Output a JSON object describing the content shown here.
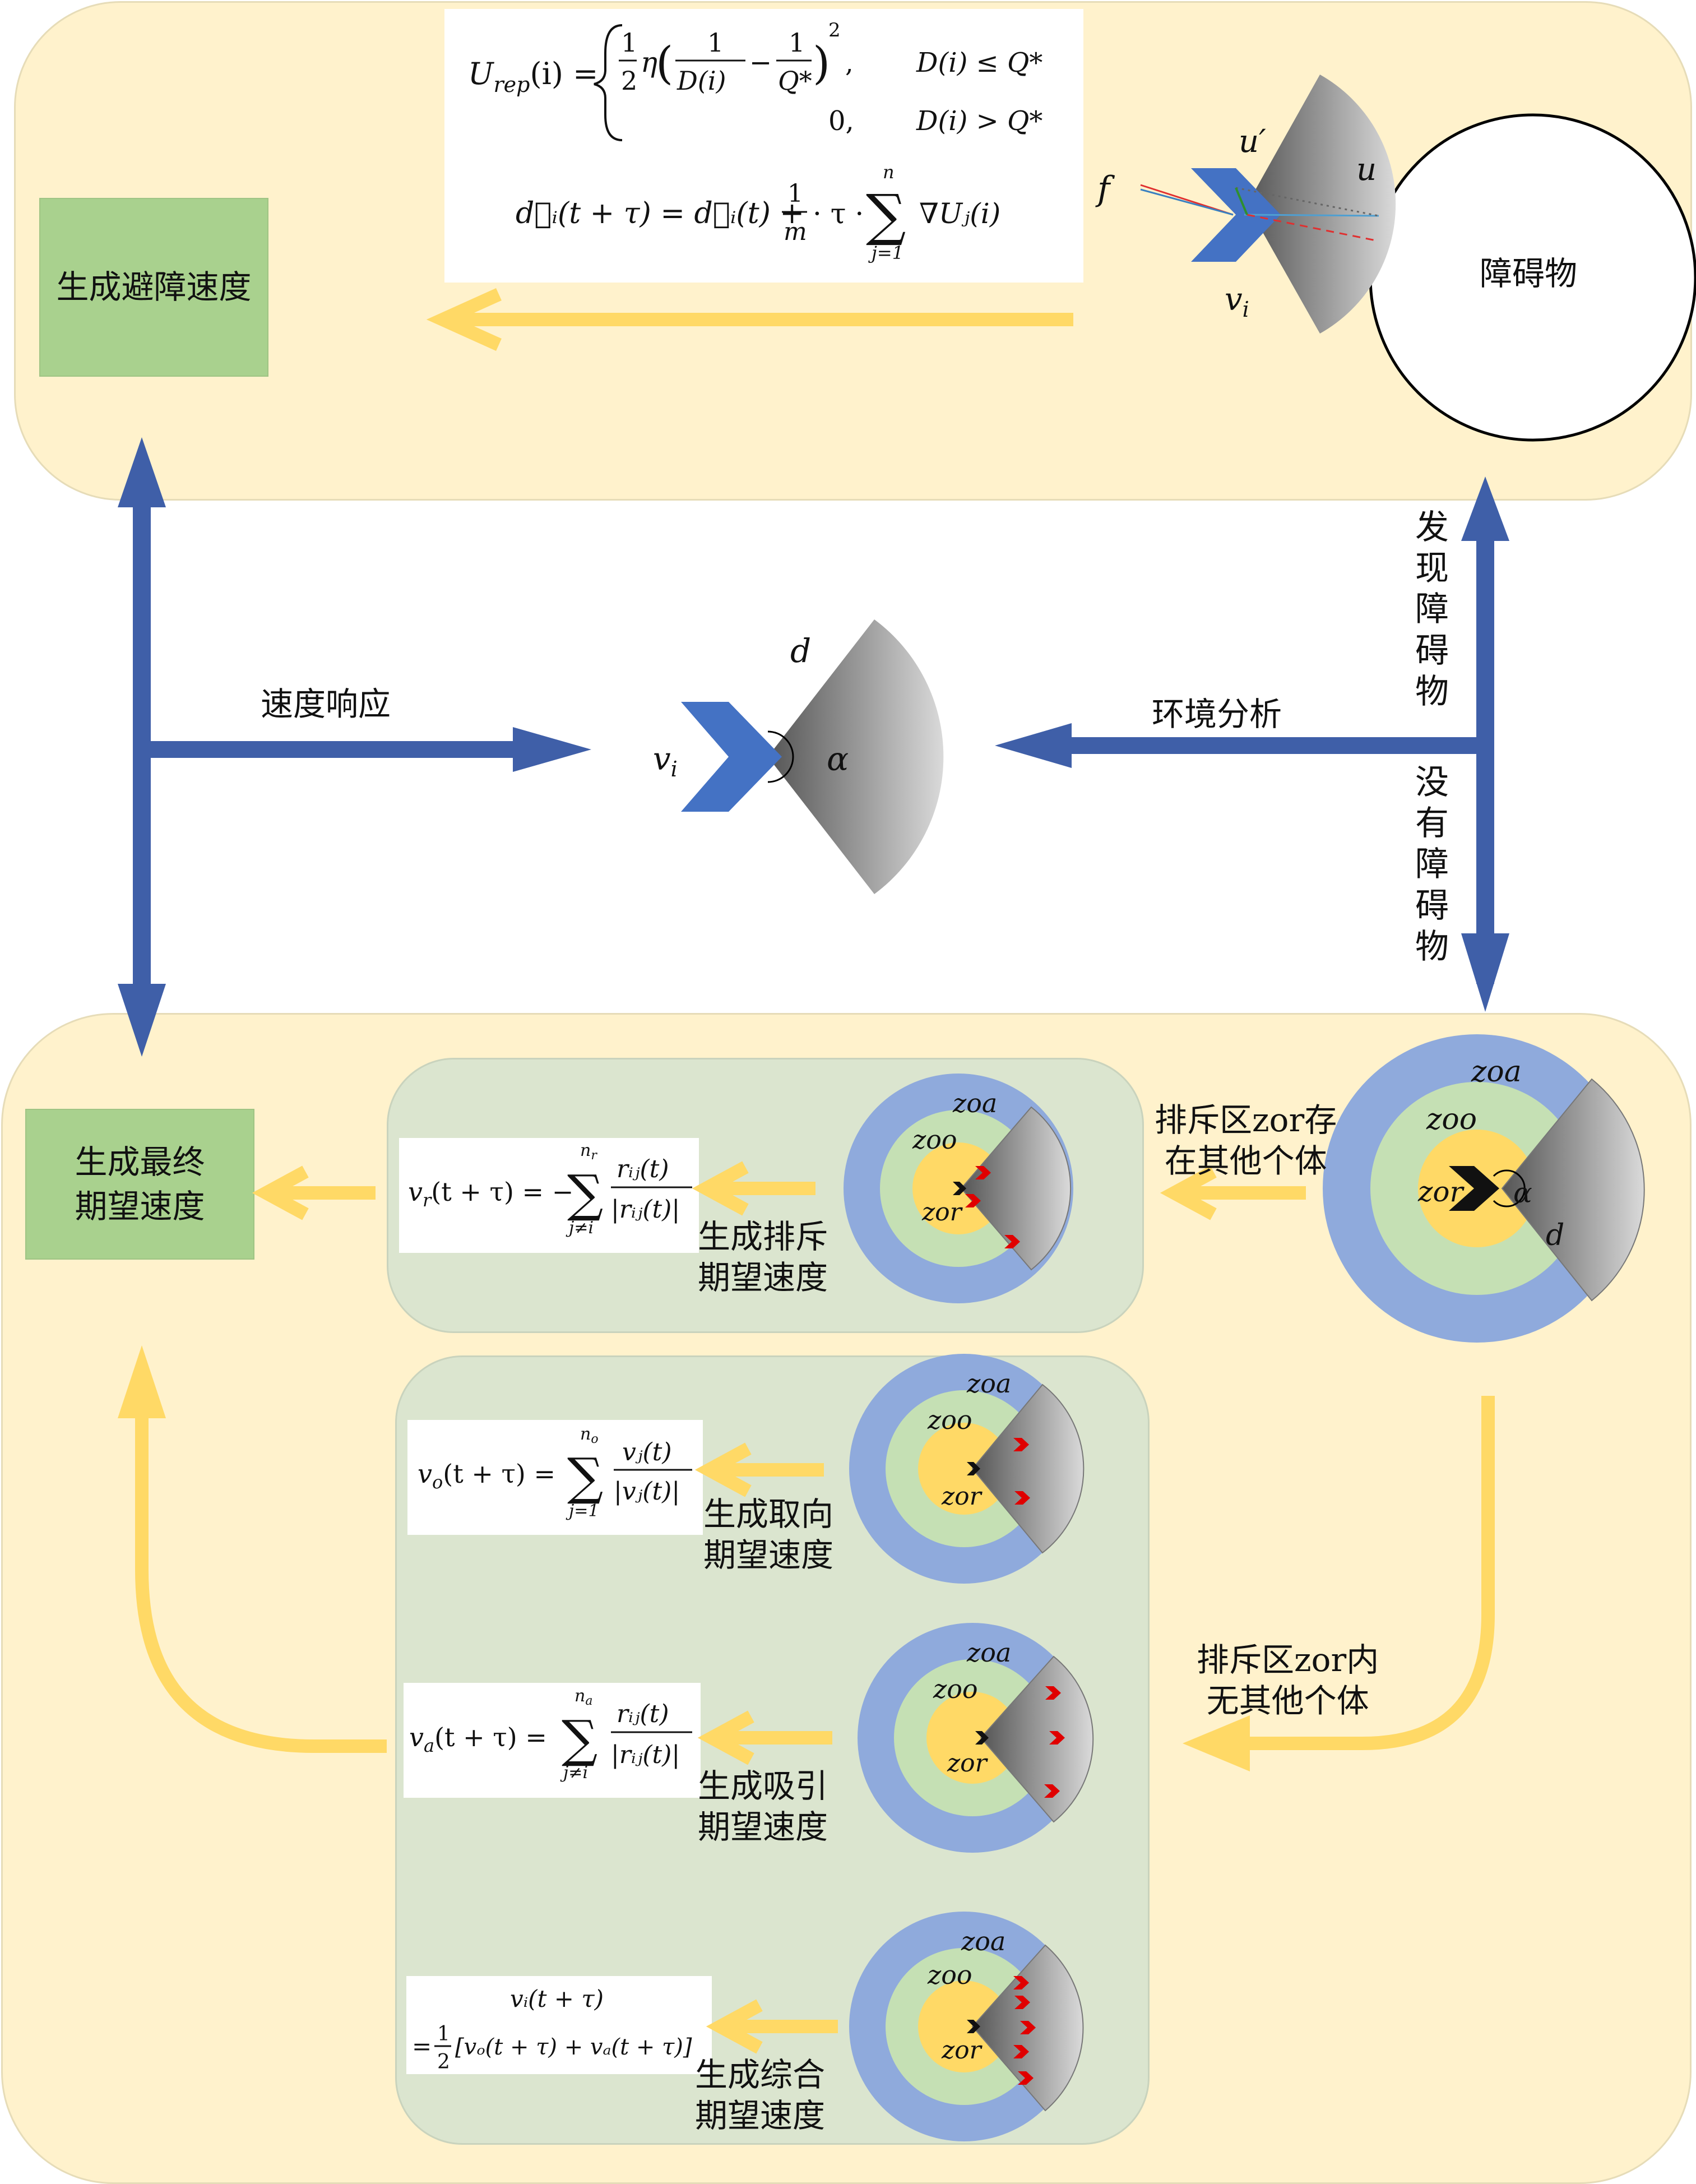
{
  "top_panel": {
    "output_box": "生成避障速度",
    "obstacle_label": "障碍物",
    "vector_labels": {
      "f": "f",
      "u": "u",
      "u_prime": "u′",
      "v": "v",
      "v_sub": "i"
    },
    "formula_urep": {
      "lhs": "U",
      "lhs_sub": "rep",
      "lhs_arg": "(i) =",
      "case1_cond": "D(i) ≤ Q*",
      "case2_value": "0,",
      "case2_cond": "D(i) > Q*"
    },
    "formula_d": {
      "lhs": "d⃗ᵢ(t + τ) = d⃗ᵢ(t) +",
      "frac_num": "1",
      "frac_den": "m",
      "tail": "· τ ·",
      "sum_top": "n",
      "sum_bottom": "j=1",
      "grad": "∇Uⱼ(i)"
    }
  },
  "middle": {
    "speed_response": "速度响应",
    "env_analysis": "环境分析",
    "found_obstacle": [
      "发",
      "现",
      "障",
      "碍",
      "物"
    ],
    "no_obstacle": [
      "没",
      "有",
      "障",
      "碍",
      "物"
    ],
    "agent_labels": {
      "d": "d",
      "alpha": "α",
      "v": "v",
      "v_sub": "i"
    }
  },
  "bottom_panel": {
    "final_box_line1": "生成最终",
    "final_box_line2": "期望速度",
    "zor_present_line1": "排斥区zor存",
    "zor_present_line2": "在其他个体",
    "zor_absent_line1": "排斥区zor内",
    "zor_absent_line2": "无其他个体",
    "zone_names": {
      "zoa": "zoa",
      "zoo": "zoo",
      "zor": "zor",
      "alpha": "α",
      "d": "d"
    },
    "repulsion": {
      "line1": "生成排斥",
      "line2": "期望速度",
      "formula": {
        "lhs": "v",
        "lhs_sub": "r",
        "mid": "(t + τ) = −",
        "sum_top": "n",
        "sum_top_sub": "r",
        "sum_bottom": "j≠i",
        "num": "rᵢⱼ(t)",
        "den": "|rᵢⱼ(t)|"
      }
    },
    "orientation": {
      "line1": "生成取向",
      "line2": "期望速度",
      "formula": {
        "lhs": "v",
        "lhs_sub": "o",
        "mid": "(t + τ) =",
        "sum_top": "n",
        "sum_top_sub": "o",
        "sum_bottom": "j=1",
        "num": "vⱼ(t)",
        "den": "|vⱼ(t)|"
      }
    },
    "attraction": {
      "line1": "生成吸引",
      "line2": "期望速度",
      "formula": {
        "lhs": "v",
        "lhs_sub": "a",
        "mid": "(t + τ) =",
        "sum_top": "n",
        "sum_top_sub": "a",
        "sum_bottom": "j≠i",
        "num": "rᵢⱼ(t)",
        "den": "|rᵢⱼ(t)|"
      }
    },
    "combined": {
      "line1": "生成综合",
      "line2": "期望速度",
      "formula": {
        "top": "vᵢ(t + τ)",
        "eq": "=",
        "half_num": "1",
        "half_den": "2",
        "bracket": "[vₒ(t + τ) + vₐ(t + τ)]"
      }
    }
  },
  "colors": {
    "panel_bg": "#fff2cc",
    "subpanel_bg": "#dbe5cf",
    "green_box": "#a9d18e",
    "blue_arrow": "#3f5fa8",
    "yellow_arrow": "#ffd966",
    "agent_blue": "#4472c4",
    "zone_zoa": "#8faadc",
    "zone_zoo": "#c5e0b4",
    "zone_zor": "#ffd966",
    "neighbor_red": "#e00000"
  }
}
